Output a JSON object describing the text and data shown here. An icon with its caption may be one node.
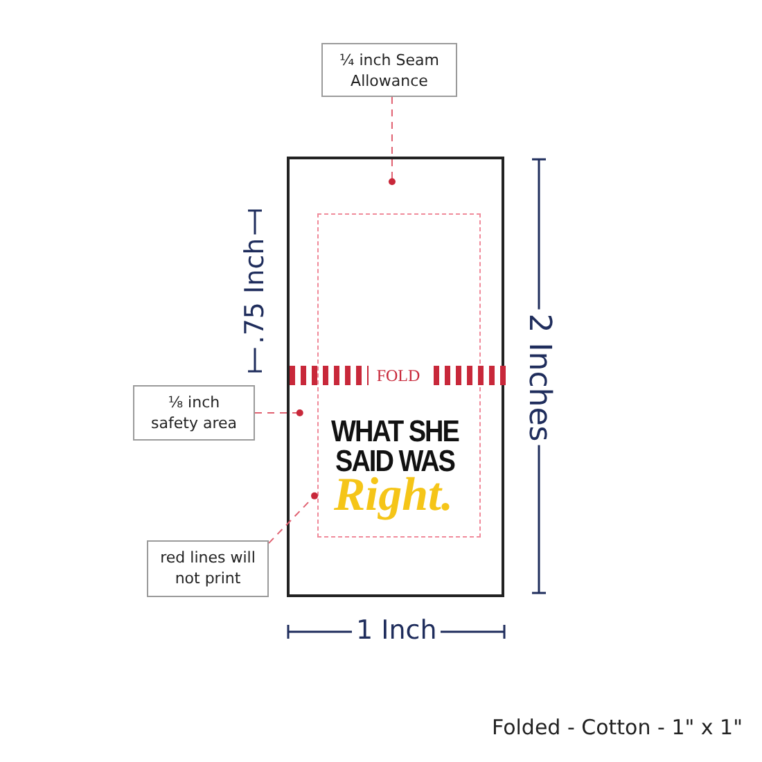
{
  "diagram": {
    "caption": "Folded - Cotton - 1\" x 1\"",
    "nodes": [
      {
        "text": [
          "¼ inch Seam Allowance"
        ]
      },
      {
        "text": [],
        "shape": "box"
      },
      {
        "text": [],
        "shape": "box",
        "in": 1
      },
      {
        "text": [
          "FOLD"
        ],
        "in": 1
      },
      {
        "text": [
          "⅛ inch safety area"
        ]
      },
      {
        "text": [
          "red lines will not print"
        ]
      }
    ],
    "edges": [
      {
        "from": 0,
        "to": 1,
        "arrow": "other",
        "style": "dashed"
      },
      {
        "from": 4,
        "to": 2,
        "arrow": "other",
        "style": "dashed"
      },
      {
        "from": 5,
        "to": 2,
        "arrow": "other",
        "style": "dashed"
      }
    ],
    "labels": [
      ".75 Inch",
      "2 Inches",
      "WHAT SHE SAID WAS",
      "Right.",
      "1 Inch"
    ]
  }
}
